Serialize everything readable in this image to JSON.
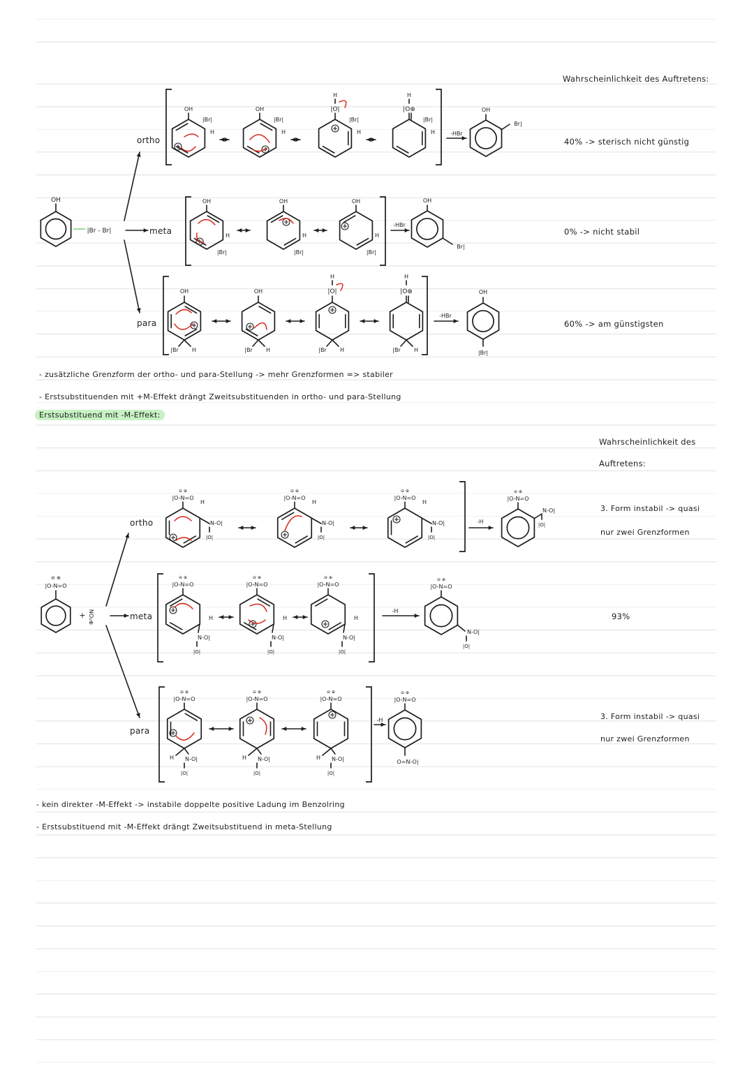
{
  "section1": {
    "probability_header": "Wahrscheinlichkeit des Auftretens:",
    "start": {
      "oh": "OH",
      "reagent": "|Br - Br|"
    },
    "ortho": {
      "label": "ortho",
      "oh": "OH",
      "br": "|Br|",
      "h": "H",
      "oxonium_lp": "|O|",
      "oxonium_plus": "|O⊕",
      "elimination": "-HBr",
      "product_oh": "OH",
      "product_br": "Br|",
      "probability": "40% -> sterisch nicht günstig"
    },
    "meta": {
      "label": "meta",
      "oh": "OH",
      "br": "|Br|",
      "h": "H",
      "elimination": "-HBr",
      "product_oh": "OH",
      "product_br": "Br|",
      "probability": "0% -> nicht stabil"
    },
    "para": {
      "label": "para",
      "oh": "OH",
      "br": "|Br",
      "h": "H",
      "oxonium_lp": "|O|",
      "oxonium_plus": "|O⊕",
      "elimination": "-HBr",
      "product_oh": "OH",
      "product_br": "|Br|",
      "probability": "60% -> am günstigsten"
    },
    "notes": [
      "- zusätzliche Grenzform der ortho- und para-Stellung -> mehr Grenzformen => stabiler",
      "- Erstsubstituenden mit +M-Effekt drängt Zweitsubstituenden in ortho- und para-Stellung"
    ]
  },
  "section2": {
    "heading": "Erstsubstituend mit -M-Effekt:",
    "probability_header": [
      "Wahrscheinlichkeit des",
      "Auftretens:"
    ],
    "start": {
      "nitro": "|O-N=O",
      "charges": "⊖ ⊕",
      "plus": "+",
      "reagent": "NO₂⊕"
    },
    "group": {
      "nitro": "|O-N=O",
      "no2": "N-O|",
      "o_lower": "|O|",
      "h": "H"
    },
    "ortho": {
      "label": "ortho",
      "elimination": "-H",
      "probability": [
        "3. Form instabil -> quasi",
        "nur zwei Grenzformen"
      ]
    },
    "meta": {
      "label": "meta",
      "elimination": "-H",
      "probability": "93%"
    },
    "para": {
      "label": "para",
      "elimination": "-H",
      "product_no2": "O=N-O|",
      "probability": [
        "3. Form instabil -> quasi",
        "nur zwei Grenzformen"
      ]
    },
    "notes": [
      "- kein direkter -M-Effekt -> instabile doppelte positive Ladung im Benzolring",
      "- Erstsubstituend mit -M-Effekt drängt Zweitsubstituend in meta-Stellung"
    ]
  },
  "colors": {
    "ink": "#1d1d1d",
    "arrow": "#d92a1c",
    "highlight": "#c8f2c4",
    "rule": "#e6e6e6"
  }
}
